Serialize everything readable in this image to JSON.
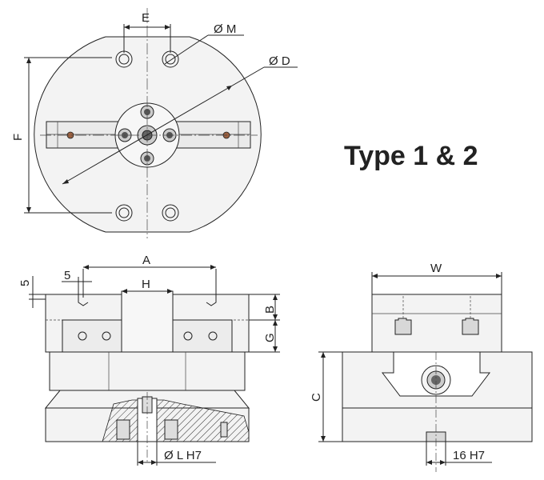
{
  "title": "Type 1 & 2",
  "labels": {
    "E": "E",
    "M": "Ø M",
    "D": "Ø D",
    "F": "F",
    "A": "A",
    "H": "H",
    "five_v": "5",
    "five_h": "5",
    "B": "B",
    "G": "G",
    "L": "Ø L H7",
    "W": "W",
    "C": "C",
    "slot": "16 H7"
  }
}
